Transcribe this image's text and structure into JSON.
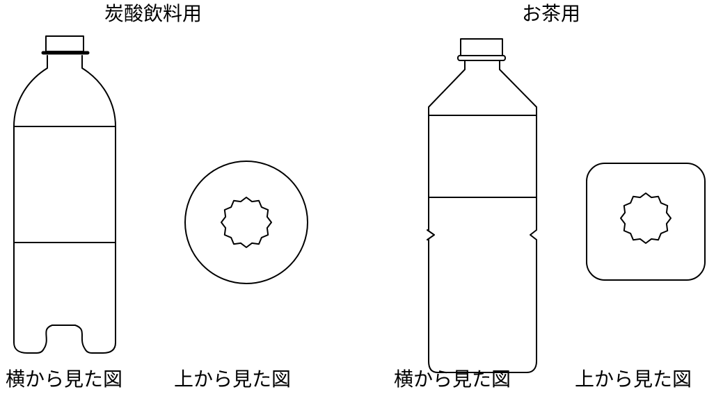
{
  "soda": {
    "title": "炭酸飲料用",
    "side_caption": "横から見た図",
    "top_caption": "上から見た図"
  },
  "tea": {
    "title": "お茶用",
    "side_caption": "横から見た図",
    "top_caption": "上から見た図"
  },
  "icons": {
    "cap_top_view": "dodecagon-cap",
    "soda_top_view": "circle-outline",
    "tea_top_view": "rounded-square-outline"
  }
}
